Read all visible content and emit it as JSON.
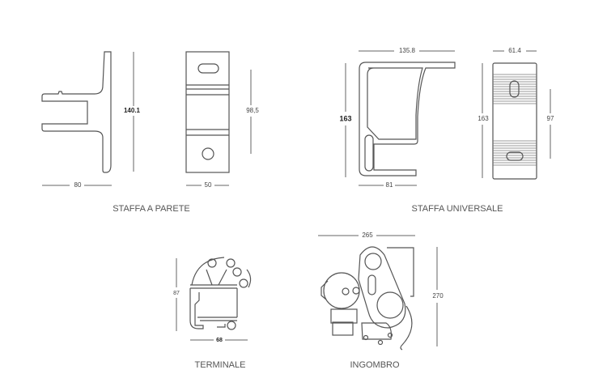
{
  "staffa_parete": {
    "title": "STAFFA A PARETE",
    "dim_height_profile": "140.1",
    "dim_width_profile": "80",
    "dim_height_plate": "98,5",
    "dim_width_plate": "50"
  },
  "staffa_universale": {
    "title": "STAFFA UNIVERSALE",
    "dim_top_width": "135.8",
    "dim_height_profile": "163",
    "dim_bottom_width": "81",
    "dim_plate_width": "61.4",
    "dim_plate_height": "163",
    "dim_slot_spacing": "97"
  },
  "terminale": {
    "title": "TERMINALE",
    "dim_height": "87",
    "dim_width": "68"
  },
  "ingombro": {
    "title": "INGOMBRO",
    "dim_width": "265",
    "dim_height": "270"
  }
}
